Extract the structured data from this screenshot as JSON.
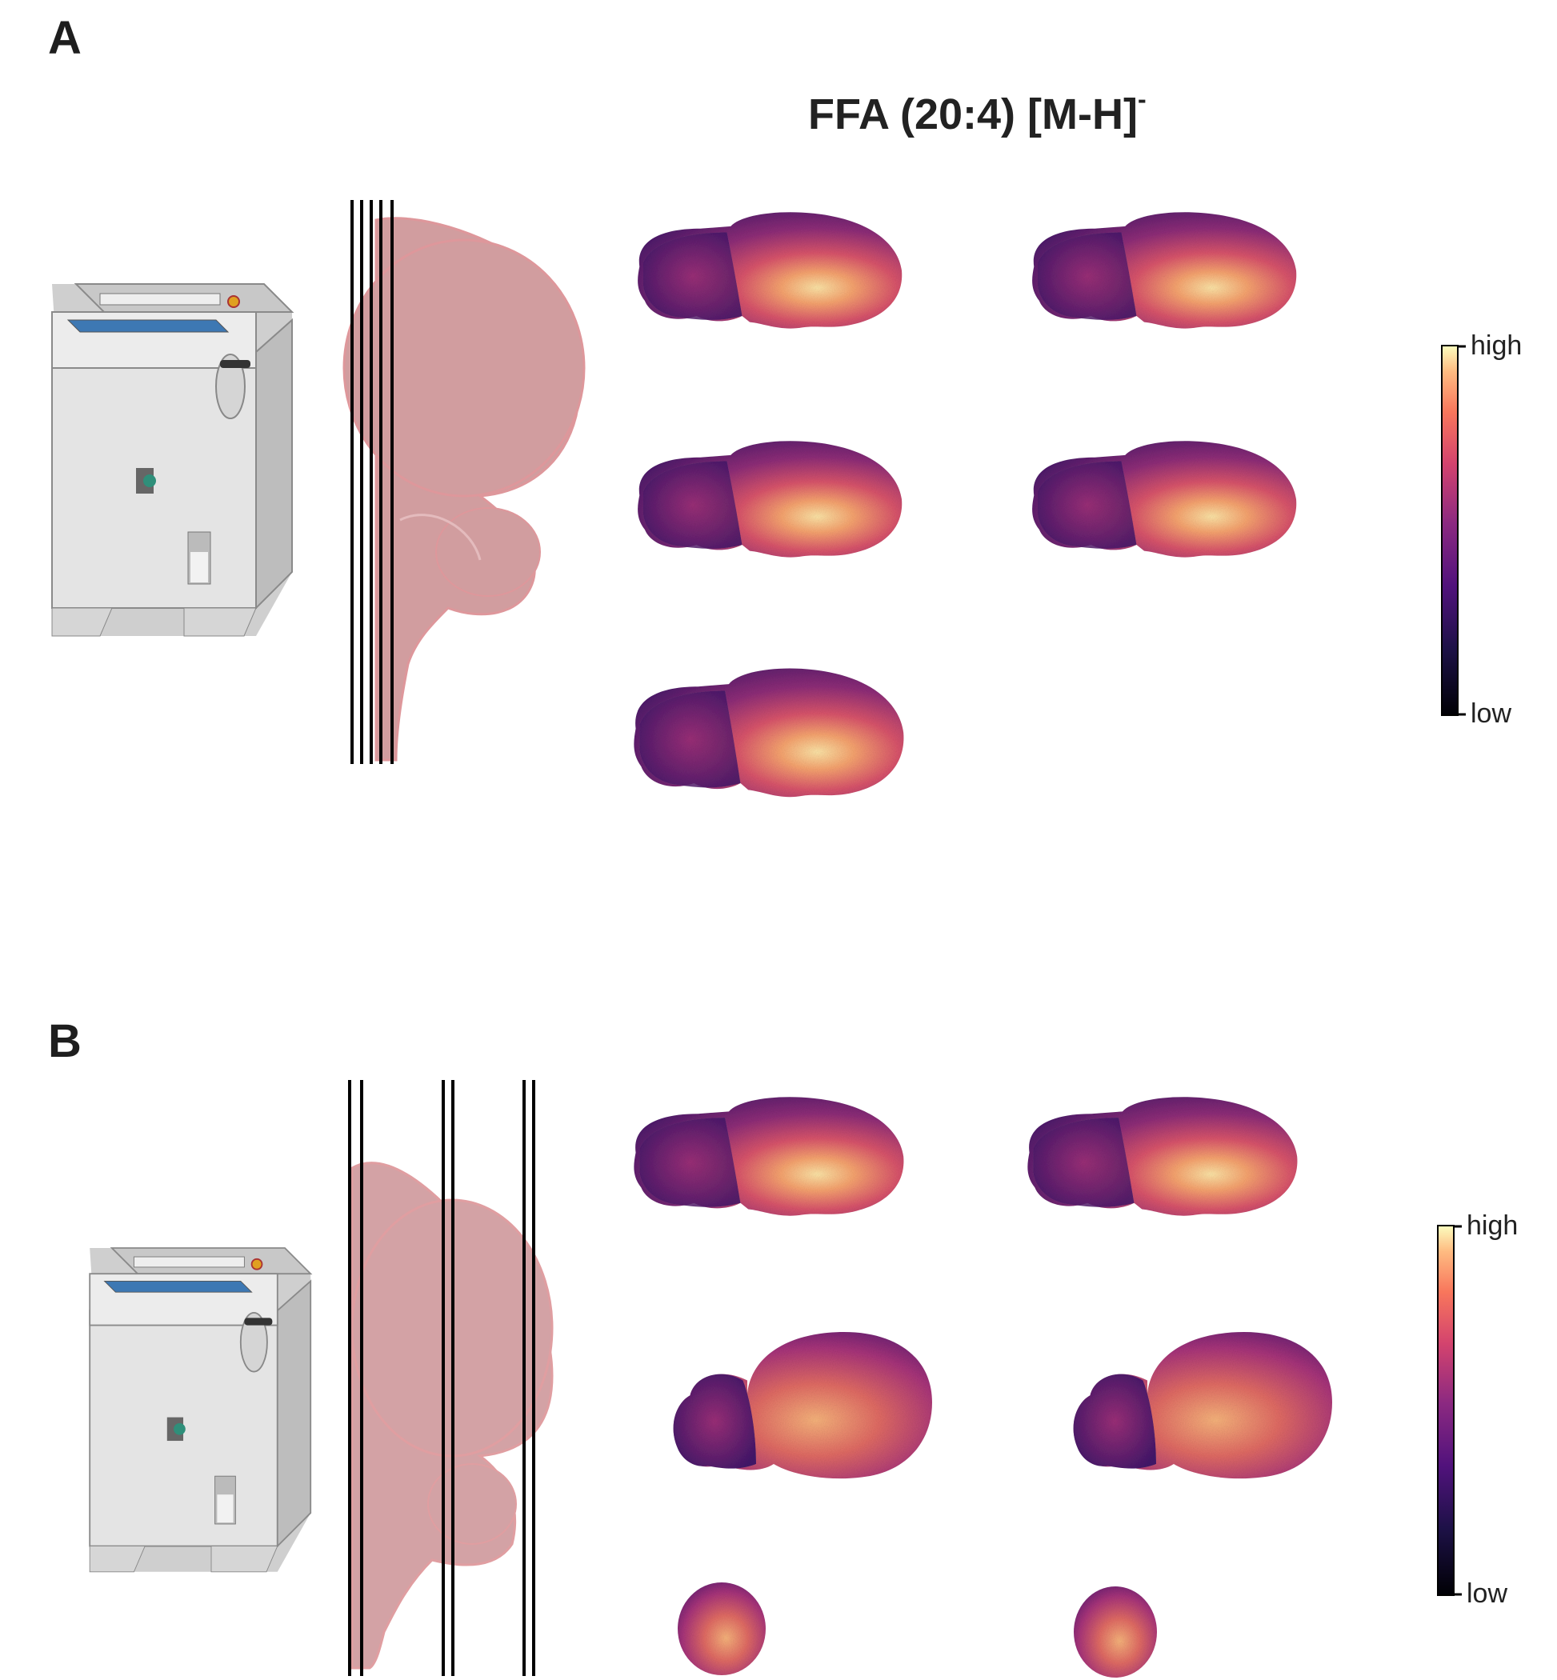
{
  "panels": {
    "a": {
      "label": "A"
    },
    "b": {
      "label": "B"
    }
  },
  "title": {
    "main": "FFA (20:4) [M-H]",
    "superscript": "-"
  },
  "colorbar_a": {
    "high": "high",
    "low": "low"
  },
  "colorbar_b": {
    "high": "high",
    "low": "low"
  },
  "colors": {
    "colormap": [
      "#000004",
      "#2c115f",
      "#721f81",
      "#b73779",
      "#f1605d",
      "#feb078",
      "#fcfdbf"
    ],
    "brain_outline": "#d9868a",
    "brain_fill": "#c98c8f",
    "cryostat_body": "#dedede",
    "cryostat_chamber": "#3c79b4"
  },
  "icons": [
    "cryostat-icon",
    "brain-illustration-icon",
    "section-planes-icon"
  ]
}
